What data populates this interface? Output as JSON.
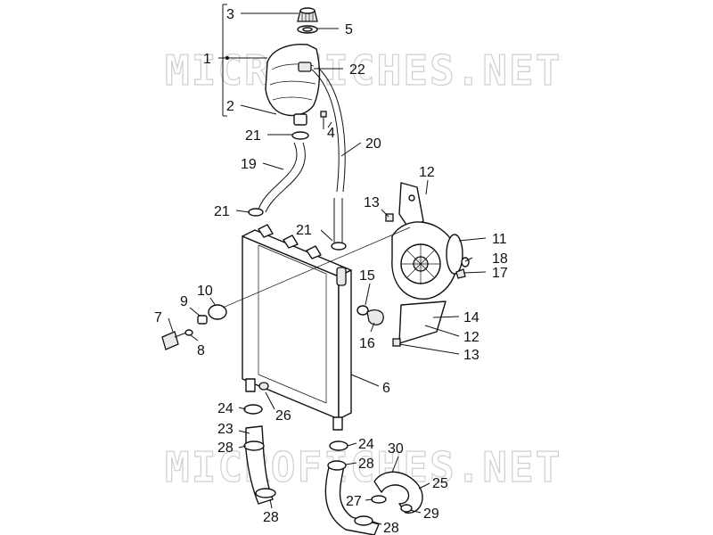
{
  "watermark": {
    "text": "MICROFICHES.NET"
  },
  "callouts": [
    {
      "id": "c3",
      "label": "3"
    },
    {
      "id": "c5",
      "label": "5"
    },
    {
      "id": "c1",
      "label": "1"
    },
    {
      "id": "c22",
      "label": "22"
    },
    {
      "id": "c2",
      "label": "2"
    },
    {
      "id": "c21a",
      "label": "21"
    },
    {
      "id": "c4",
      "label": "4"
    },
    {
      "id": "c20",
      "label": "20"
    },
    {
      "id": "c19",
      "label": "19"
    },
    {
      "id": "c12a",
      "label": "12"
    },
    {
      "id": "c13a",
      "label": "13"
    },
    {
      "id": "c21b",
      "label": "21"
    },
    {
      "id": "c21c",
      "label": "21"
    },
    {
      "id": "c11",
      "label": "11"
    },
    {
      "id": "c18",
      "label": "18"
    },
    {
      "id": "c17",
      "label": "17"
    },
    {
      "id": "c15",
      "label": "15"
    },
    {
      "id": "c10",
      "label": "10"
    },
    {
      "id": "c9",
      "label": "9"
    },
    {
      "id": "c7",
      "label": "7"
    },
    {
      "id": "c14",
      "label": "14"
    },
    {
      "id": "c16",
      "label": "16"
    },
    {
      "id": "c12b",
      "label": "12"
    },
    {
      "id": "c8",
      "label": "8"
    },
    {
      "id": "c13b",
      "label": "13"
    },
    {
      "id": "c6",
      "label": "6"
    },
    {
      "id": "c24a",
      "label": "24"
    },
    {
      "id": "c26",
      "label": "26"
    },
    {
      "id": "c23",
      "label": "23"
    },
    {
      "id": "c28a",
      "label": "28"
    },
    {
      "id": "c24b",
      "label": "24"
    },
    {
      "id": "c30",
      "label": "30"
    },
    {
      "id": "c28b",
      "label": "28"
    },
    {
      "id": "c25",
      "label": "25"
    },
    {
      "id": "c27",
      "label": "27"
    },
    {
      "id": "c29",
      "label": "29"
    },
    {
      "id": "c28c",
      "label": "28"
    },
    {
      "id": "c28d",
      "label": "28"
    }
  ]
}
